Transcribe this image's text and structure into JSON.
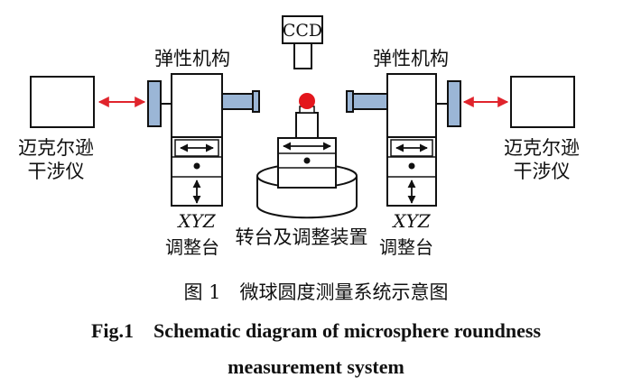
{
  "labels": {
    "ccd": "CCD",
    "elastic_left": "弹性机构",
    "elastic_right": "弹性机构",
    "interferometer_left_line1": "迈克尔逊",
    "interferometer_left_line2": "干涉仪",
    "interferometer_right_line1": "迈克尔逊",
    "interferometer_right_line2": "干涉仪",
    "xyz_left": "XYZ",
    "stage_left": "调整台",
    "xyz_right": "XYZ",
    "stage_right": "调整台",
    "turntable": "转台及调整装置"
  },
  "caption": {
    "cn": "图 1　微球圆度测量系统示意图",
    "en_line1": "Fig.1　Schematic diagram of microsphere roundness",
    "en_line2": "measurement system"
  },
  "colors": {
    "arrow_red": "#e0242c",
    "probe_blue": "#9bb6d6",
    "ball_red": "#e3161c",
    "line": "#111111"
  }
}
